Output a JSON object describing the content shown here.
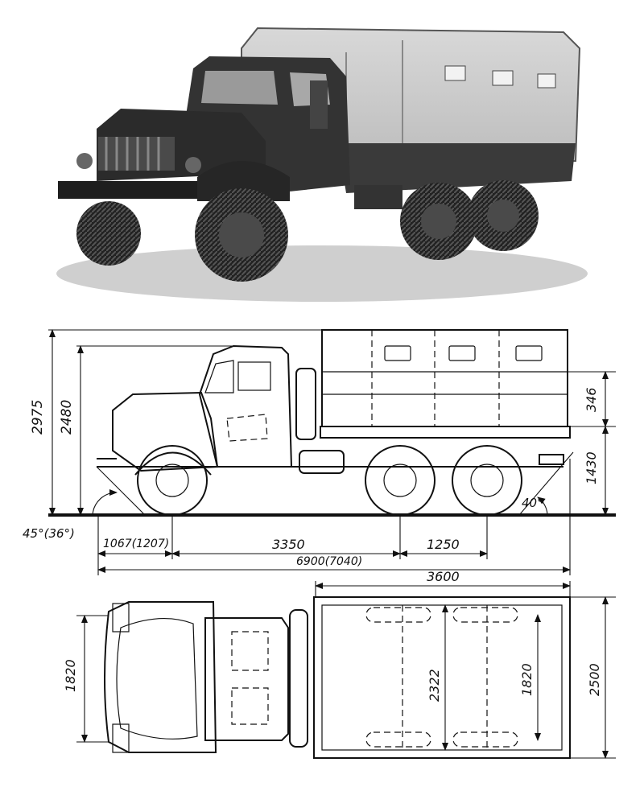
{
  "figure": {
    "side_view": {
      "heights": {
        "overall": "2975",
        "cab": "2480",
        "sideboard": "346",
        "platform": "1430"
      },
      "angles": {
        "approach": "45°(36°)",
        "departure": "40°"
      },
      "lengths": {
        "front_overhang": "1067(1207)",
        "wheelbase_front": "3350",
        "rear_axle_spacing": "1250",
        "overall_length": "6900(7040)"
      }
    },
    "top_view": {
      "front_track": "1820",
      "body_length": "3600",
      "inner_width": "2322",
      "rear_track": "1820",
      "body_width": "2500"
    }
  }
}
